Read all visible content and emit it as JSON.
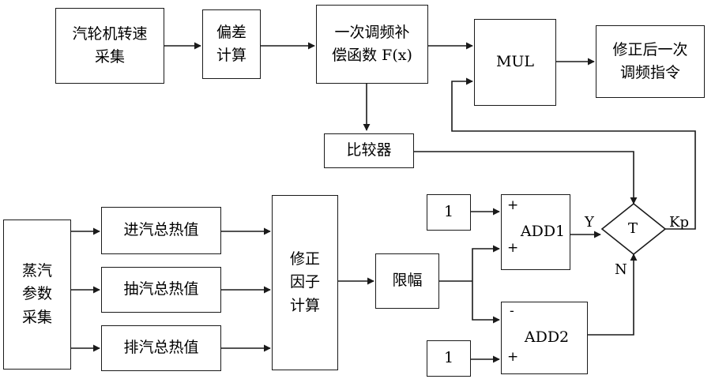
{
  "blocks": {
    "speed_collect": [
      "汽轮机转速",
      "采集"
    ],
    "deviation": [
      "偏差",
      "计算"
    ],
    "comp_function": [
      "一次调频补",
      "偿函数 F(x)"
    ],
    "mul": "MUL",
    "corrected_cmd": [
      "修正后一次",
      "调频指令"
    ],
    "comparator": "比较器",
    "steam_params": [
      "蒸汽",
      "参数",
      "采集"
    ],
    "inlet_heat": "进汽总热值",
    "extract_heat": "抽汽总热值",
    "exhaust_heat": "排汽总热值",
    "factor_calc": [
      "修正",
      "因子",
      "计算"
    ],
    "limiter": "限幅",
    "const_top": "1",
    "const_bottom": "1",
    "add1": "ADD1",
    "add2": "ADD2",
    "switch_t": "T"
  },
  "signs": {
    "add1_top": "+",
    "add1_bottom": "+",
    "add2_top": "-",
    "add2_bottom": "+"
  },
  "signals": {
    "y": "Y",
    "n": "N",
    "kp": "Kp"
  },
  "colors": {
    "line": "#1a1a1a",
    "box_fill": "#ffffff"
  }
}
